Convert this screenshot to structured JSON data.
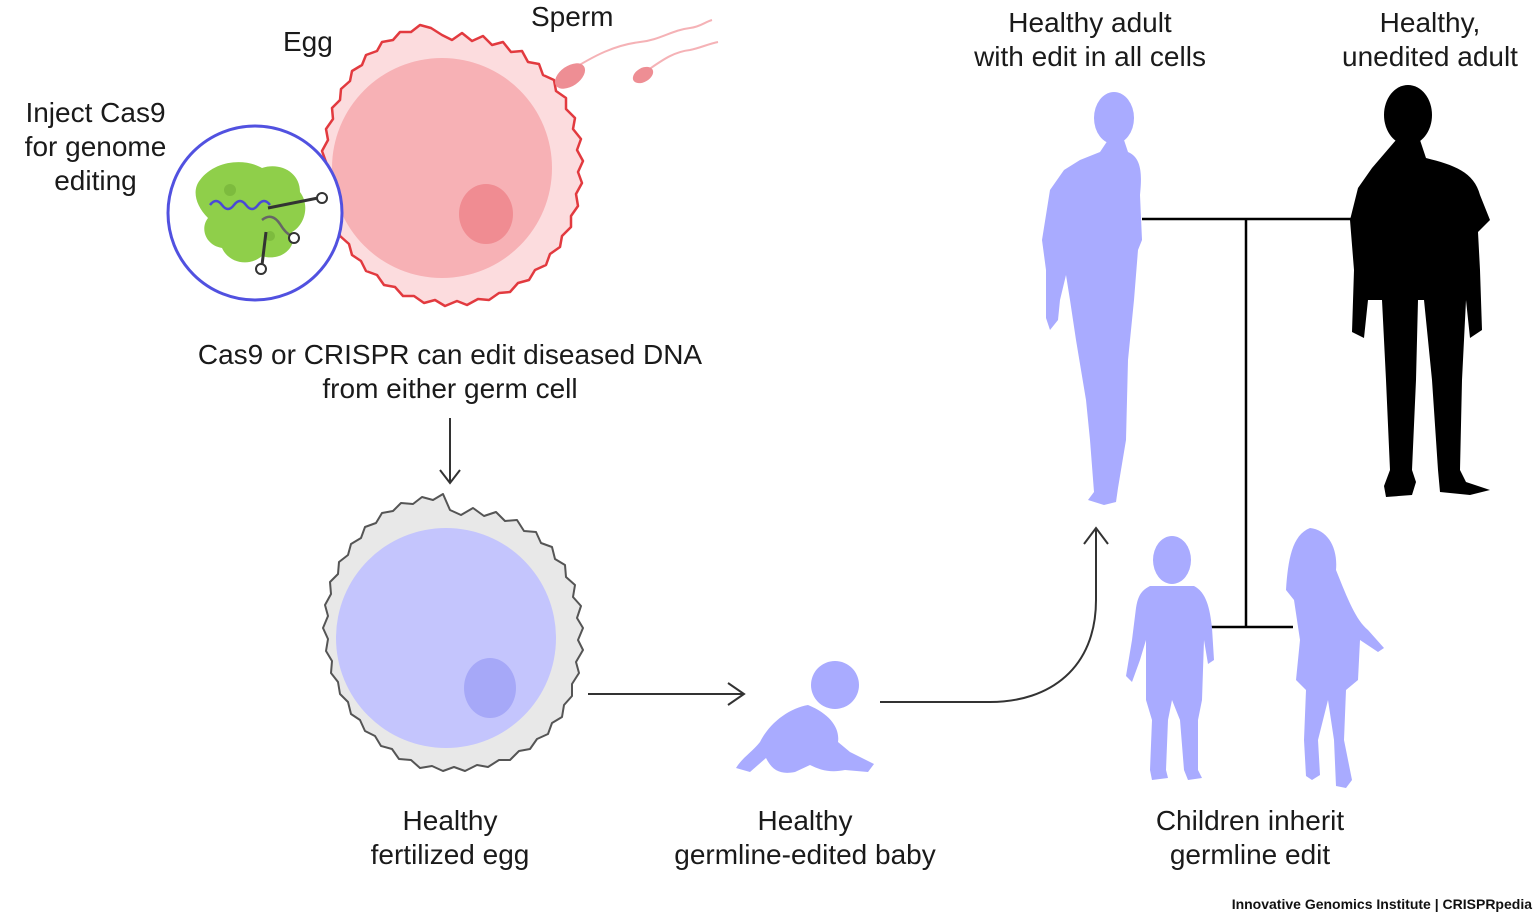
{
  "labels": {
    "egg": "Egg",
    "sperm": "Sperm",
    "inject": [
      "Inject Cas9",
      "for genome",
      "editing"
    ],
    "crispr_caption": [
      "Cas9 or CRISPR can edit diseased DNA",
      "from either germ cell"
    ],
    "fertilized_egg": [
      "Healthy",
      "fertilized egg"
    ],
    "baby": [
      "Healthy",
      "germline-edited baby"
    ],
    "edited_adult": [
      "Healthy adult",
      "with edit in all cells"
    ],
    "unedited_adult": [
      "Healthy,",
      "unedited adult"
    ],
    "children": [
      "Children inherit",
      "germline edit"
    ]
  },
  "credit": "Innovative Genomics Institute | CRISPRpedia",
  "colors": {
    "edited": "#a9abff",
    "unedited": "#000000",
    "egg_fill": "#f7b1b5",
    "egg_outline": "#e23a3f",
    "fertilized_fill": "#c4c5fd",
    "fertilized_outline": "#e6e6e6",
    "cas9": "#8fcf4a",
    "inject_ring": "#5151e0"
  }
}
